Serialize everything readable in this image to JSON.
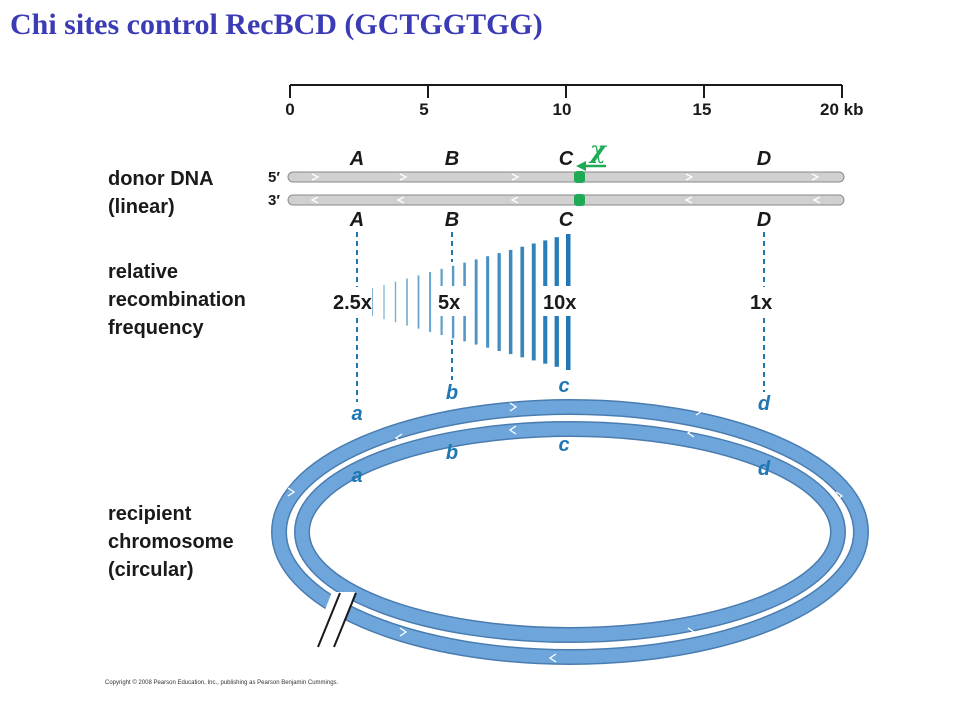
{
  "title": "Chi sites control RecBCD (GCTGGTGG)",
  "scale": {
    "ticks": [
      "0",
      "5",
      "10",
      "15",
      "20 kb"
    ]
  },
  "labels": {
    "donor_line1": "donor DNA",
    "donor_line2": "(linear)",
    "freq_line1": "relative",
    "freq_line2": "recombination",
    "freq_line3": "frequency",
    "recip_line1": "recipient",
    "recip_line2": "chromosome",
    "recip_line3": "(circular)"
  },
  "strands": {
    "five_prime": "5′",
    "three_prime": "3′"
  },
  "chi": {
    "symbol": "χ",
    "color": "#1faa55"
  },
  "donor_genes_top": [
    "A",
    "B",
    "C",
    "D"
  ],
  "donor_genes_bottom": [
    "A",
    "B",
    "C",
    "D"
  ],
  "recipient_genes_outer": [
    "a",
    "b",
    "c",
    "d"
  ],
  "recipient_genes_inner": [
    "a",
    "b",
    "c",
    "d"
  ],
  "frequencies": [
    "2.5x",
    "5x",
    "10x",
    "1x"
  ],
  "colors": {
    "donor_dna": "#d0d0d0",
    "recipient_dna": "#6ea6dc",
    "gradient_bars": "#1f78b4"
  },
  "copyright": "Copyright © 2008 Pearson Education, Inc., publishing as Pearson Benjamin Cummings."
}
